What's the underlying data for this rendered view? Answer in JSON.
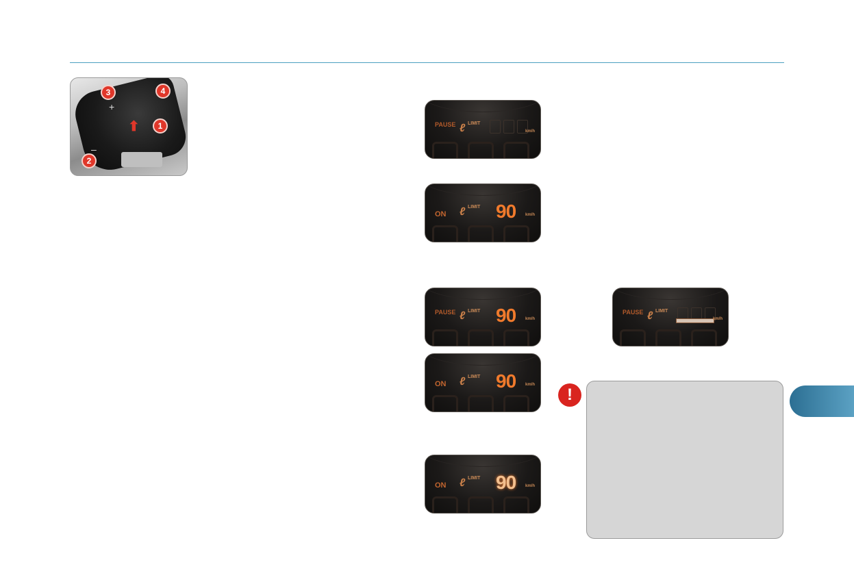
{
  "controls": {
    "button_labels": [
      "1",
      "2",
      "3",
      "4"
    ],
    "plus_sign": "+",
    "minus_sign": "–",
    "arrow_icon": "up-arrow-icon"
  },
  "displays": [
    {
      "id": "d1",
      "state": "PAUSE",
      "limit": "LIMIT",
      "speed": "",
      "unit": "km/h"
    },
    {
      "id": "d2",
      "state": "ON",
      "limit": "LIMIT",
      "speed": "90",
      "unit": "km/h"
    },
    {
      "id": "d3",
      "state": "PAUSE",
      "limit": "LIMIT",
      "speed": "90",
      "unit": "km/h"
    },
    {
      "id": "d4",
      "state": "ON",
      "limit": "LIMIT",
      "speed": "90",
      "unit": "km/h"
    },
    {
      "id": "d5",
      "state": "ON",
      "limit": "LIMIT",
      "speed": "90",
      "unit": "km/h"
    },
    {
      "id": "d6",
      "state": "PAUSE",
      "limit": "LIMIT",
      "speed": "",
      "unit": "km/h"
    }
  ],
  "warning": {
    "icon": "exclamation-icon",
    "symbol": "!"
  },
  "colors": {
    "accent": "#4a9fc0",
    "warning_red": "#d9241f",
    "display_orange": "#f07a2c",
    "tab_blue": "#2c6f93"
  }
}
